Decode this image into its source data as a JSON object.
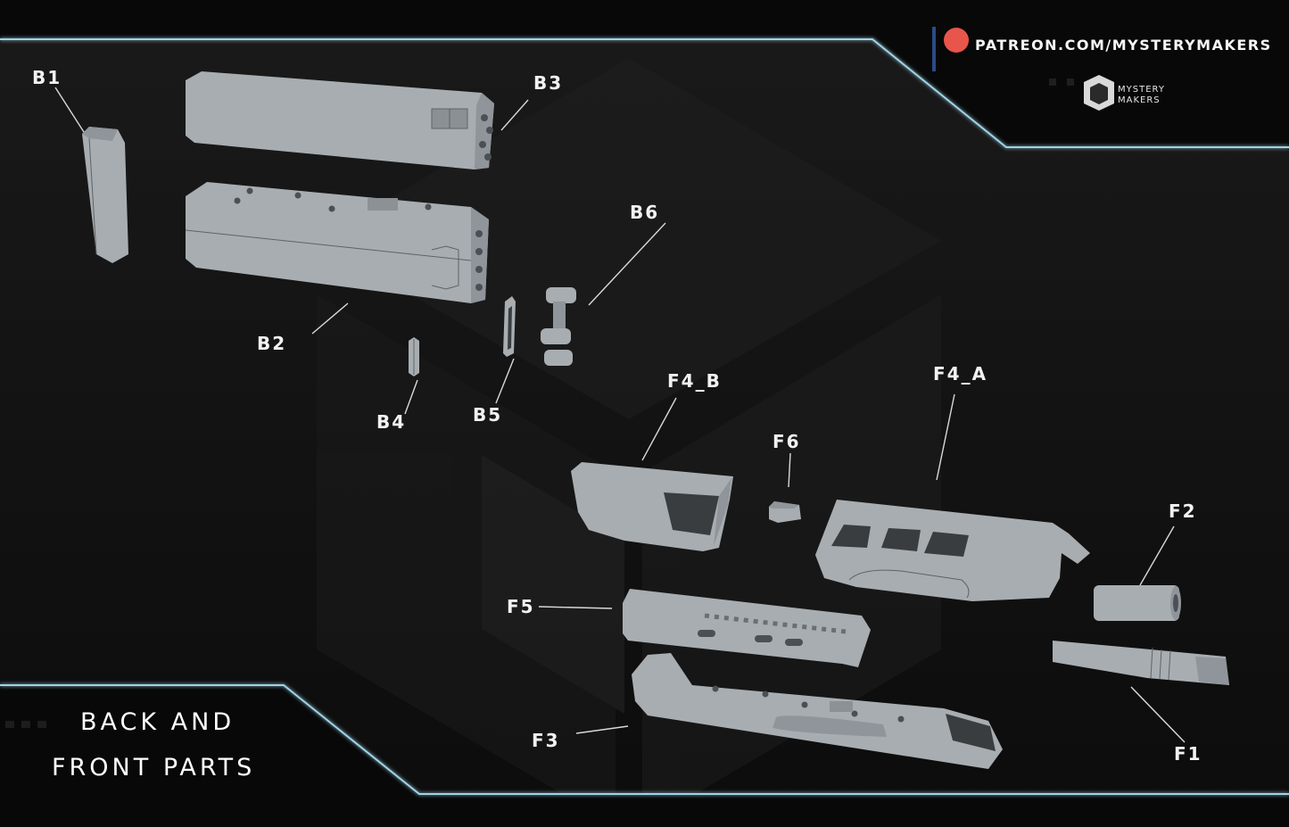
{
  "header": {
    "brand_url": "PATREON.COM/MYSTERYMAKERS",
    "logo_line1": "MYSTERY",
    "logo_line2": "MAKERS",
    "brand_dot_color": "#e8554a"
  },
  "title": {
    "line1": "BACK AND",
    "line2": "FRONT PARTS"
  },
  "parts": [
    {
      "id": "b1",
      "label": "B1"
    },
    {
      "id": "b2",
      "label": "B2"
    },
    {
      "id": "b3",
      "label": "B3"
    },
    {
      "id": "b4",
      "label": "B4"
    },
    {
      "id": "b5",
      "label": "B5"
    },
    {
      "id": "b6",
      "label": "B6"
    },
    {
      "id": "f1",
      "label": "F1"
    },
    {
      "id": "f2",
      "label": "F2"
    },
    {
      "id": "f3",
      "label": "F3"
    },
    {
      "id": "f4a",
      "label": "F4_A"
    },
    {
      "id": "f4b",
      "label": "F4_B"
    },
    {
      "id": "f5",
      "label": "F5"
    },
    {
      "id": "f6",
      "label": "F6"
    }
  ],
  "colors": {
    "background": "#101010",
    "frame_glow": "#9fd3e6",
    "part_gray": "#a8adb1"
  }
}
